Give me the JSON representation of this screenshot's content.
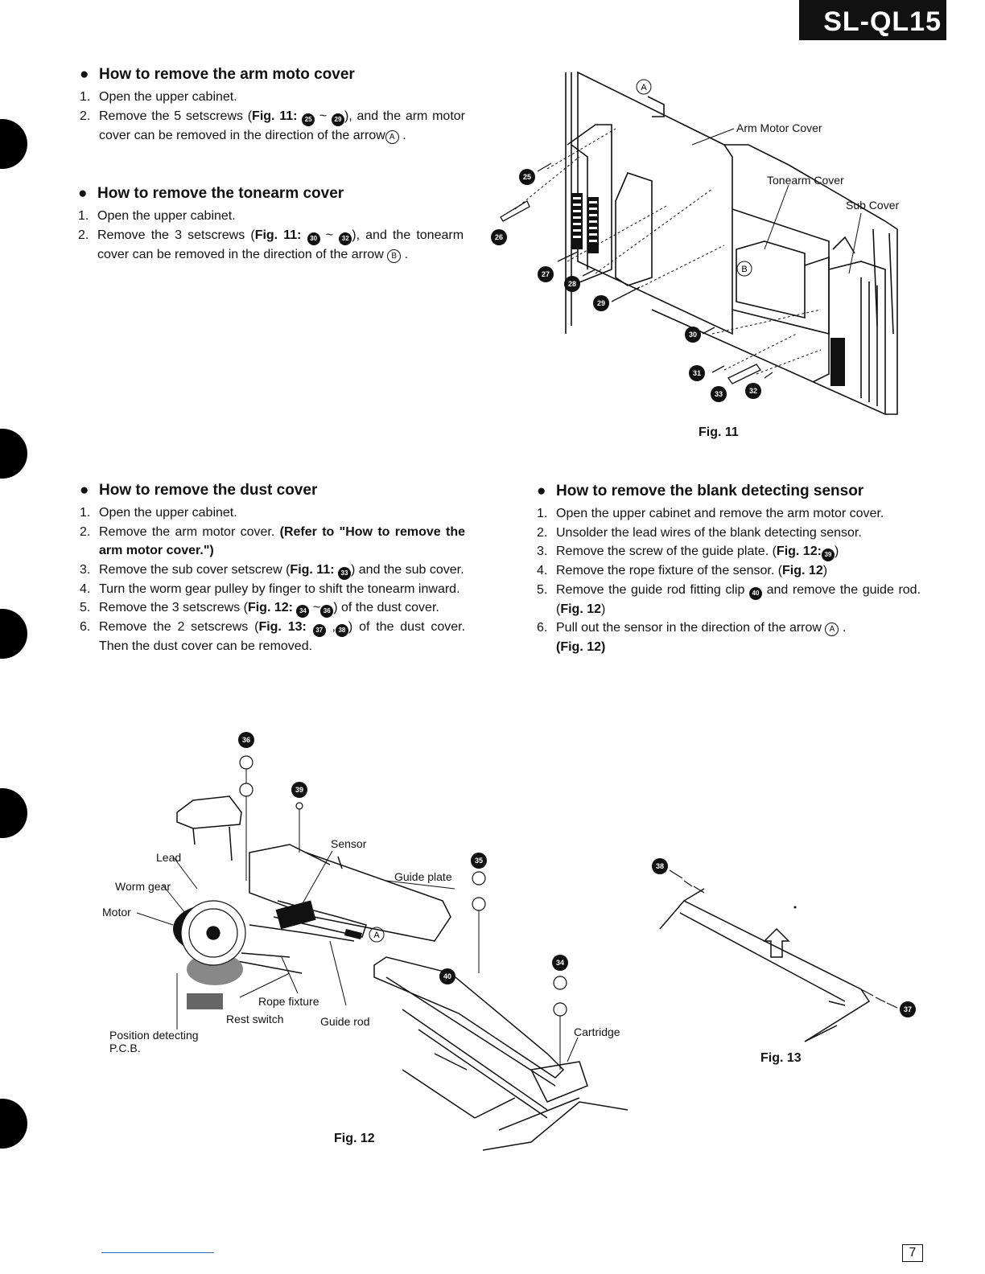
{
  "model": "SL-QL15",
  "sections": {
    "arm_moto_cover": {
      "title": "How to remove the arm moto cover",
      "steps": [
        {
          "n": "1.",
          "text": "Open the upper cabinet."
        },
        {
          "n": "2.",
          "pre": "Remove the 5 setscrews (",
          "fig": "Fig. 11:",
          "a": "25",
          "tilde": " ~ ",
          "b": "29",
          "post": "), and the arm motor cover can be removed in the direction of the arrow",
          "arrow": "A",
          "end": " ."
        }
      ]
    },
    "tonearm_cover": {
      "title": "How to remove the tonearm cover",
      "steps": [
        {
          "n": "1.",
          "text": "Open the upper cabinet."
        },
        {
          "n": "2.",
          "pre": "Remove the 3 setscrews (",
          "fig": "Fig. 11:",
          "a": "30",
          "tilde": " ~ ",
          "b": "32",
          "post": "), and the tonearm cover can be removed in the direction of the arrow ",
          "arrow": "B",
          "end": " ."
        }
      ]
    },
    "dust_cover": {
      "title": "How to remove the dust cover",
      "steps": [
        {
          "n": "1.",
          "text": "Open the upper cabinet."
        },
        {
          "n": "2.",
          "pre": "Remove the arm motor cover. ",
          "ref": "(Refer to \"How to remove the arm motor cover.\")"
        },
        {
          "n": "3.",
          "pre": "Remove the sub cover setscrew (",
          "fig": "Fig. 11:",
          "a": "33",
          "post": ") and the sub cover."
        },
        {
          "n": "4.",
          "text": "Turn the worm gear pulley by finger to shift the tonearm inward."
        },
        {
          "n": "5.",
          "pre": "Remove the 3 setscrews (",
          "fig": "Fig. 12:",
          "a": "34",
          "tilde": " ~",
          "b": "36",
          "post": ") of the dust cover."
        },
        {
          "n": "6.",
          "pre": "Remove the 2 setscrews (",
          "fig": "Fig. 13:",
          "a": "37",
          "tilde": " ,",
          "b": "38",
          "post": ") of the dust cover. Then the dust cover can be removed."
        }
      ]
    },
    "blank_sensor": {
      "title": "How to remove the blank detecting sensor",
      "steps": [
        {
          "n": "1.",
          "text": "Open the upper cabinet and remove the arm motor cover."
        },
        {
          "n": "2.",
          "text": "Unsolder the lead wires of the blank detecting sensor."
        },
        {
          "n": "3.",
          "pre": "Remove the screw of the guide plate. (",
          "fig": "Fig. 12:",
          "a": "39",
          "post": ")"
        },
        {
          "n": "4.",
          "pre": "Remove the rope fixture of the sensor. (",
          "fig": "Fig. 12",
          "post": ")"
        },
        {
          "n": "5.",
          "pre": "Remove the guide rod fitting clip ",
          "a": "40",
          "post": " and remove the guide rod. (",
          "fig2": "Fig. 12",
          "end": ")"
        },
        {
          "n": "6.",
          "pre": "Pull out the sensor in the direction of the arrow ",
          "arrow": "A",
          "end": " .",
          "fig3": "(Fig. 12)"
        }
      ]
    }
  },
  "fig11": {
    "caption": "Fig. 11",
    "labels": {
      "arm_motor_cover": "Arm Motor Cover",
      "tonearm_cover": "Tonearm Cover",
      "sub_cover": "Sub Cover",
      "arrow_a": "A",
      "arrow_b": "B"
    },
    "screws": [
      "25",
      "26",
      "27",
      "28",
      "29",
      "30",
      "31",
      "33",
      "32"
    ]
  },
  "fig12": {
    "caption": "Fig. 12",
    "labels": {
      "sensor": "Sensor",
      "guide_plate": "Guide plate",
      "lead": "Lead",
      "worm_gear": "Worm gear",
      "motor": "Motor",
      "rope_fixture": "Rope fixture",
      "rest_switch": "Rest switch",
      "guide_rod": "Guide rod",
      "position_pcb_1": "Position detecting",
      "position_pcb_2": "P.C.B.",
      "cartridge": "Cartridge",
      "arrow_a": "A"
    },
    "screws": [
      "36",
      "39",
      "35",
      "40",
      "34"
    ]
  },
  "fig13": {
    "caption": "Fig. 13",
    "screws": [
      "38",
      "37"
    ]
  },
  "page_number": "7"
}
